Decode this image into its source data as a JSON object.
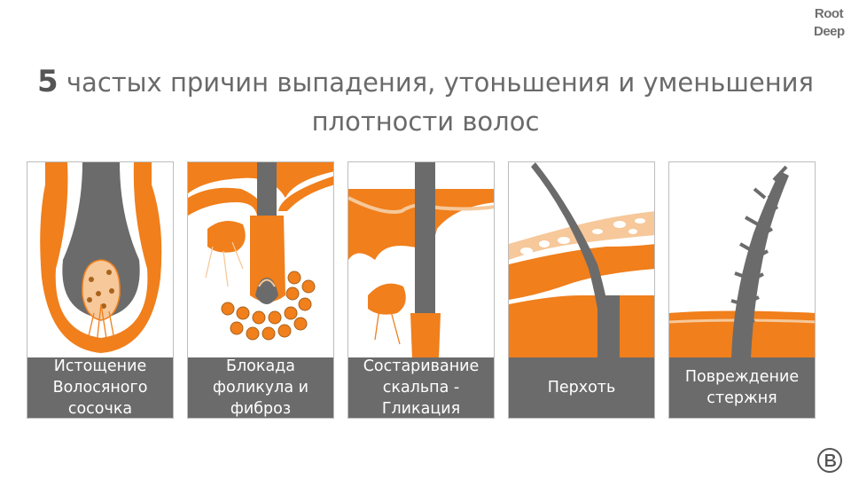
{
  "header": {
    "logo_line1": "Root",
    "logo_line2": "Deep",
    "title_number": "5",
    "title_line1": "частых причин выпадения, утоньшения и уменьшения",
    "title_line2": "плотности волос"
  },
  "panels": [
    {
      "caption": "Истощение\nВолосяного\nсосочка"
    },
    {
      "caption": "Блокада\nфоликула и\nфиброз"
    },
    {
      "caption": "Состаривание\nскальпа  -\nГликация"
    },
    {
      "caption": "Перхоть"
    },
    {
      "caption": "Повреждение\nстержня"
    }
  ],
  "colors": {
    "orange": "#f07f1c",
    "gray": "#6b6b6b",
    "light_orange": "#f6c89a",
    "brown": "#a8621c"
  },
  "corner_icon": "circle-b-icon"
}
